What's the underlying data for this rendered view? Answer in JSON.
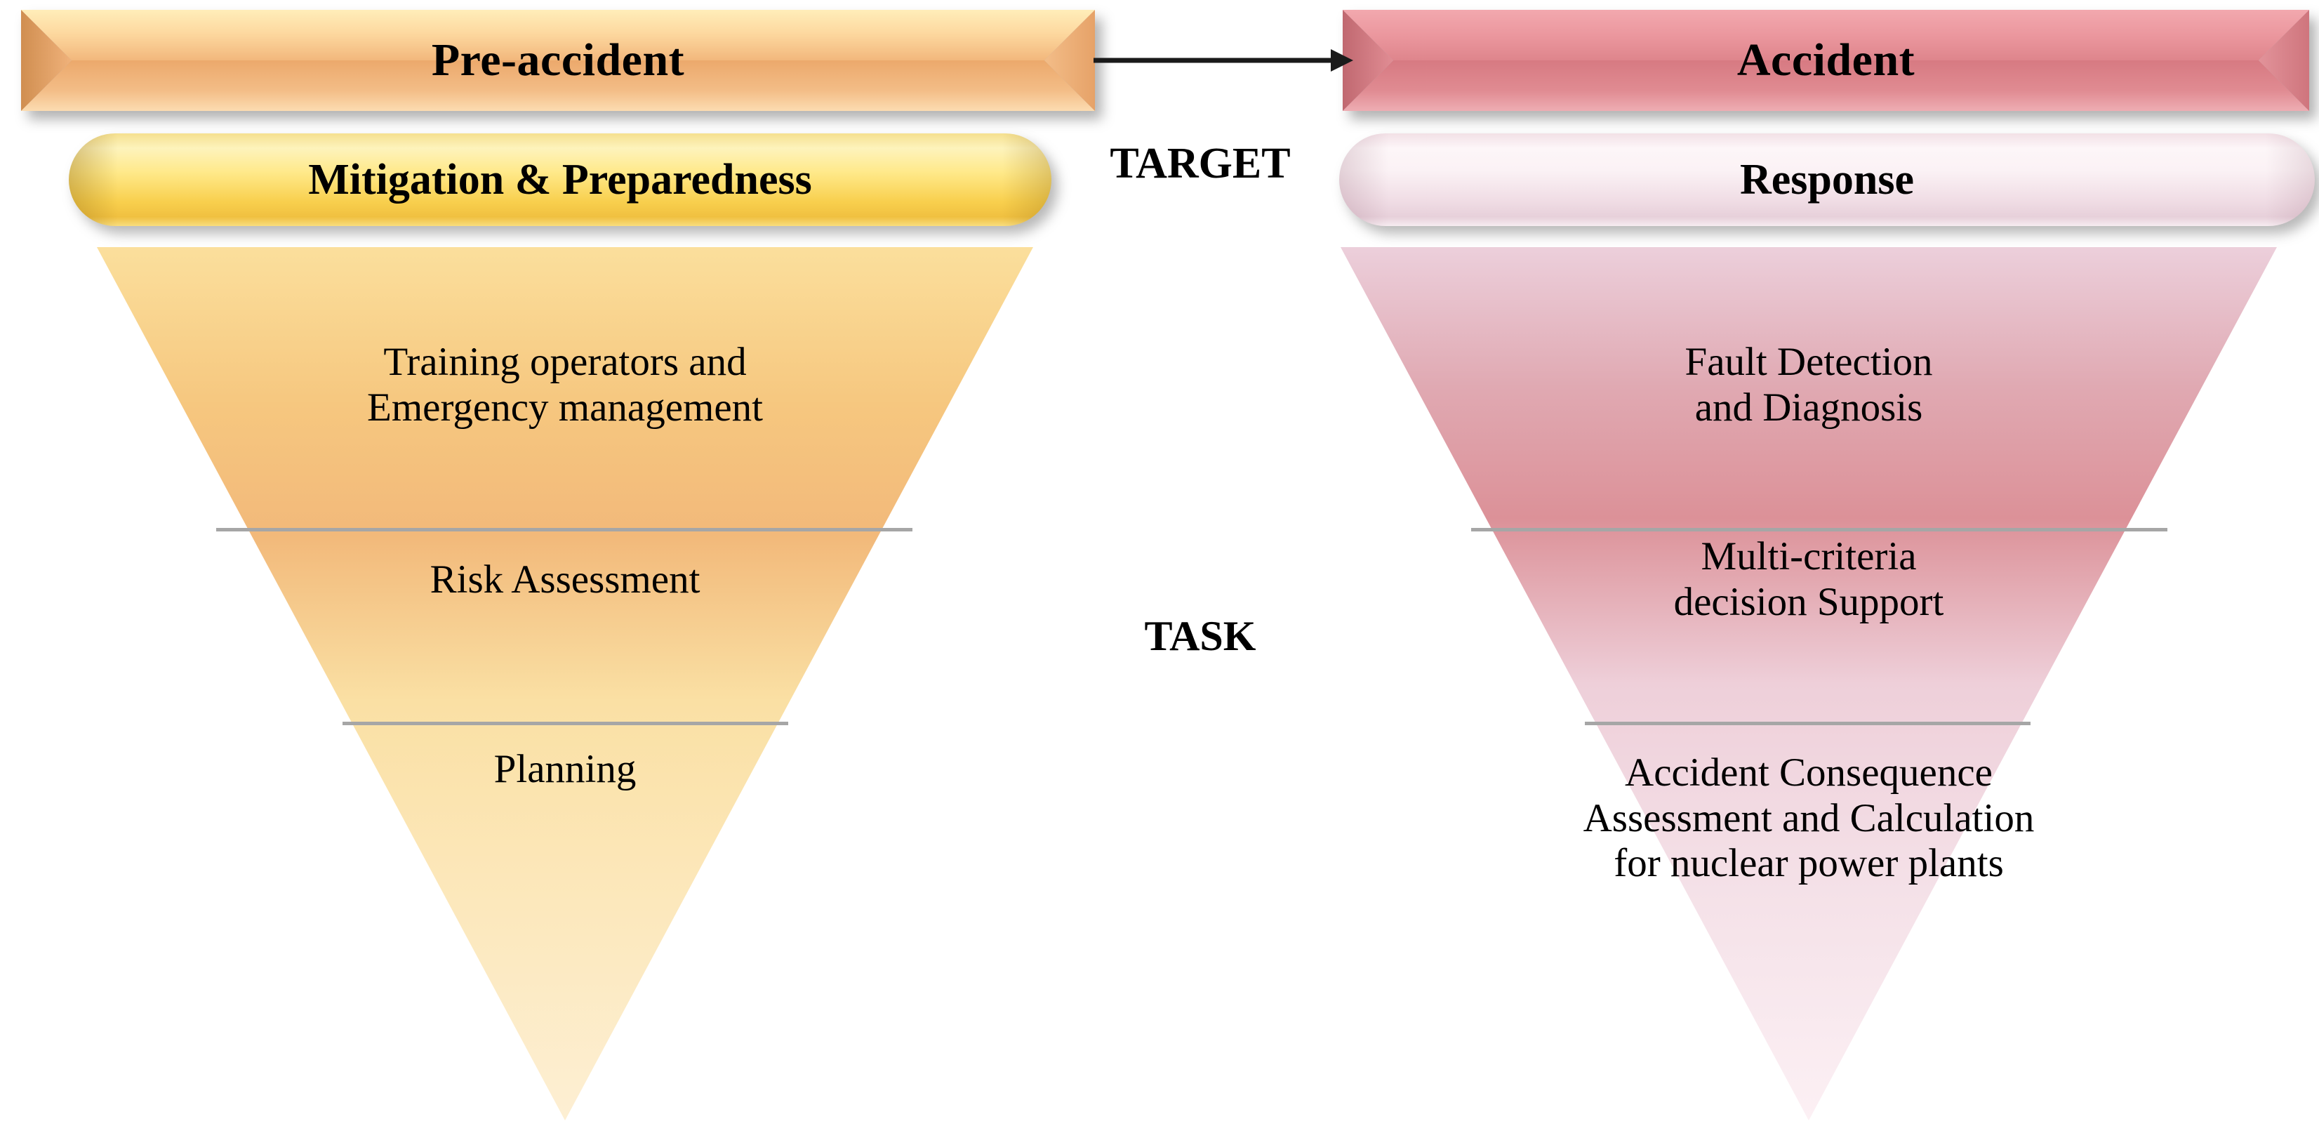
{
  "diagram": {
    "title_implicit": "Pre-accident and Accident phases with target and task funnels",
    "colors": {
      "preaccident_banner": "#f0b87a",
      "accident_banner": "#dd8288",
      "mitigation_pill": "#f7d95c",
      "response_pill": "#f5e7ec",
      "funnel_left_top": "#f7d17e",
      "funnel_left_bottom": "#fdf0cf",
      "funnel_right_top": "#db8d95",
      "funnel_right_bottom": "#fdf2f5",
      "divider": "#a6a6a6",
      "arrow": "#000000",
      "text": "#000000"
    },
    "row_labels": {
      "target": "TARGET",
      "task": "TASK"
    },
    "arrow": {
      "from": "Pre-accident",
      "to": "Accident",
      "glyph": "arrow-right-icon"
    },
    "columns": [
      {
        "id": "pre-accident",
        "phase": "Pre-accident",
        "target": "Mitigation & Preparedness",
        "tasks": [
          "Training operators and\nEmergency management",
          "Risk Assessment",
          "Planning"
        ]
      },
      {
        "id": "accident",
        "phase": "Accident",
        "target": "Response",
        "tasks": [
          "Fault Detection\nand Diagnosis",
          "Multi-criteria\ndecision Support",
          "Accident Consequence\nAssessment and Calculation\nfor nuclear power plants"
        ]
      }
    ]
  }
}
